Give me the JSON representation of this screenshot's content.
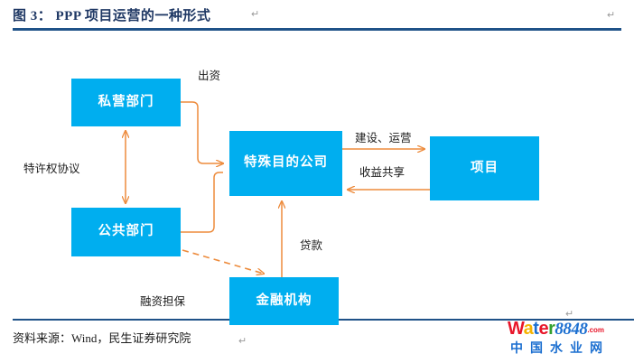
{
  "figure": {
    "title": "图 3： PPP 项目运营的一种形式",
    "title_color": "#1F3864",
    "pilcrow": "↵",
    "source": "资料来源：Wind，民生证券研究院",
    "rule_color": "#1F5288"
  },
  "diagram": {
    "node_fill": "#00AEEF",
    "node_text_color": "#FFFFFF",
    "arrow_color": "#ED8B3C",
    "nodes": [
      {
        "id": "private",
        "label": "私营部门"
      },
      {
        "id": "public",
        "label": "公共部门"
      },
      {
        "id": "spv",
        "label": "特殊目的公司"
      },
      {
        "id": "project",
        "label": "项目"
      },
      {
        "id": "finance",
        "label": "金融机构"
      }
    ],
    "edges": [
      {
        "id": "funding",
        "label": "出资",
        "from": "private",
        "to": "spv",
        "style": "solid",
        "arrows": "one"
      },
      {
        "id": "concession",
        "label": "特许权协议",
        "from": "private",
        "to": "public",
        "style": "solid",
        "arrows": "both"
      },
      {
        "id": "build",
        "label": "建设、运营",
        "from": "spv",
        "to": "project",
        "style": "solid",
        "arrows": "one"
      },
      {
        "id": "revenue",
        "label": "收益共享",
        "from": "project",
        "to": "spv",
        "style": "solid",
        "arrows": "one"
      },
      {
        "id": "loan",
        "label": "贷款",
        "from": "finance",
        "to": "spv",
        "style": "solid",
        "arrows": "one"
      },
      {
        "id": "guarantee",
        "label": "融资担保",
        "from": "public",
        "to": "finance",
        "style": "dashed",
        "arrows": "one"
      },
      {
        "id": "public-spv",
        "label": "",
        "from": "public",
        "to": "spv",
        "style": "solid",
        "arrows": "none"
      }
    ]
  },
  "watermark": {
    "letters": [
      "W",
      "a",
      "t",
      "e",
      "r"
    ],
    "letter_colors": [
      "#E8162A",
      "#F5B301",
      "#1C6FD0",
      "#E8162A",
      "#34A12F"
    ],
    "number": "8848",
    "number_color": "#1C6FD0",
    "tld": ".com",
    "tld_color": "#E8162A",
    "chinese": "中国水业网",
    "chinese_color": "#1C6FD0"
  }
}
